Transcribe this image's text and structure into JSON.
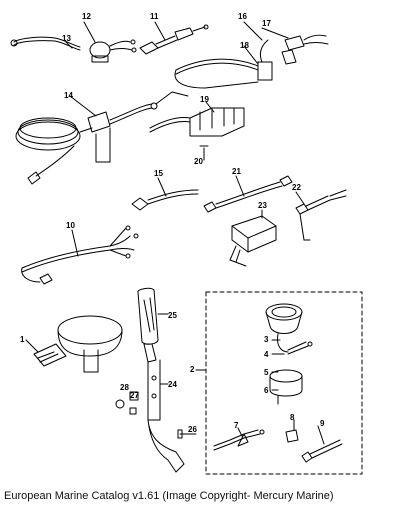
{
  "caption": "European Marine Catalog v1.61 (Image Copyright- Mercury Marine)",
  "callouts": {
    "c1": "1",
    "c2": "2",
    "c3": "3",
    "c4": "4",
    "c5": "5",
    "c6": "6",
    "c7": "7",
    "c8": "8",
    "c9": "9",
    "c10": "10",
    "c11": "11",
    "c12": "12",
    "c13": "13",
    "c14": "14",
    "c15": "15",
    "c16": "16",
    "c17": "17",
    "c18": "18",
    "c19": "19",
    "c20": "20",
    "c21": "21",
    "c22": "22",
    "c23": "23",
    "c24": "24",
    "c25": "25",
    "c26": "26",
    "c27": "27",
    "c28": "28"
  }
}
